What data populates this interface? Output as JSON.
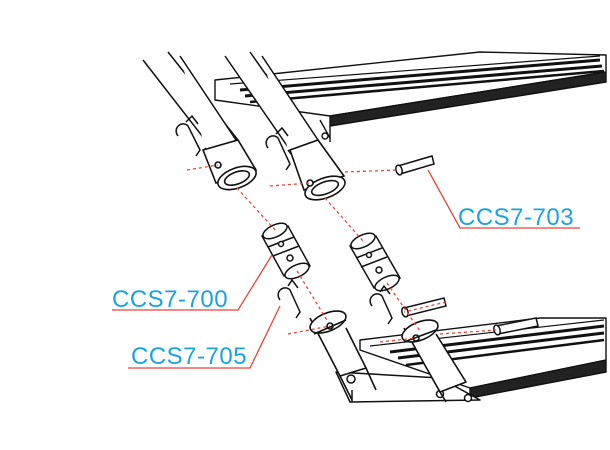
{
  "callouts": [
    {
      "label": "CCS7-703"
    },
    {
      "label": "CCS7-700"
    },
    {
      "label": "CCS7-705"
    }
  ],
  "colors": {
    "label_text": "#1aa3e0",
    "leader_line": "#e8453c",
    "drawing": "#111111"
  }
}
